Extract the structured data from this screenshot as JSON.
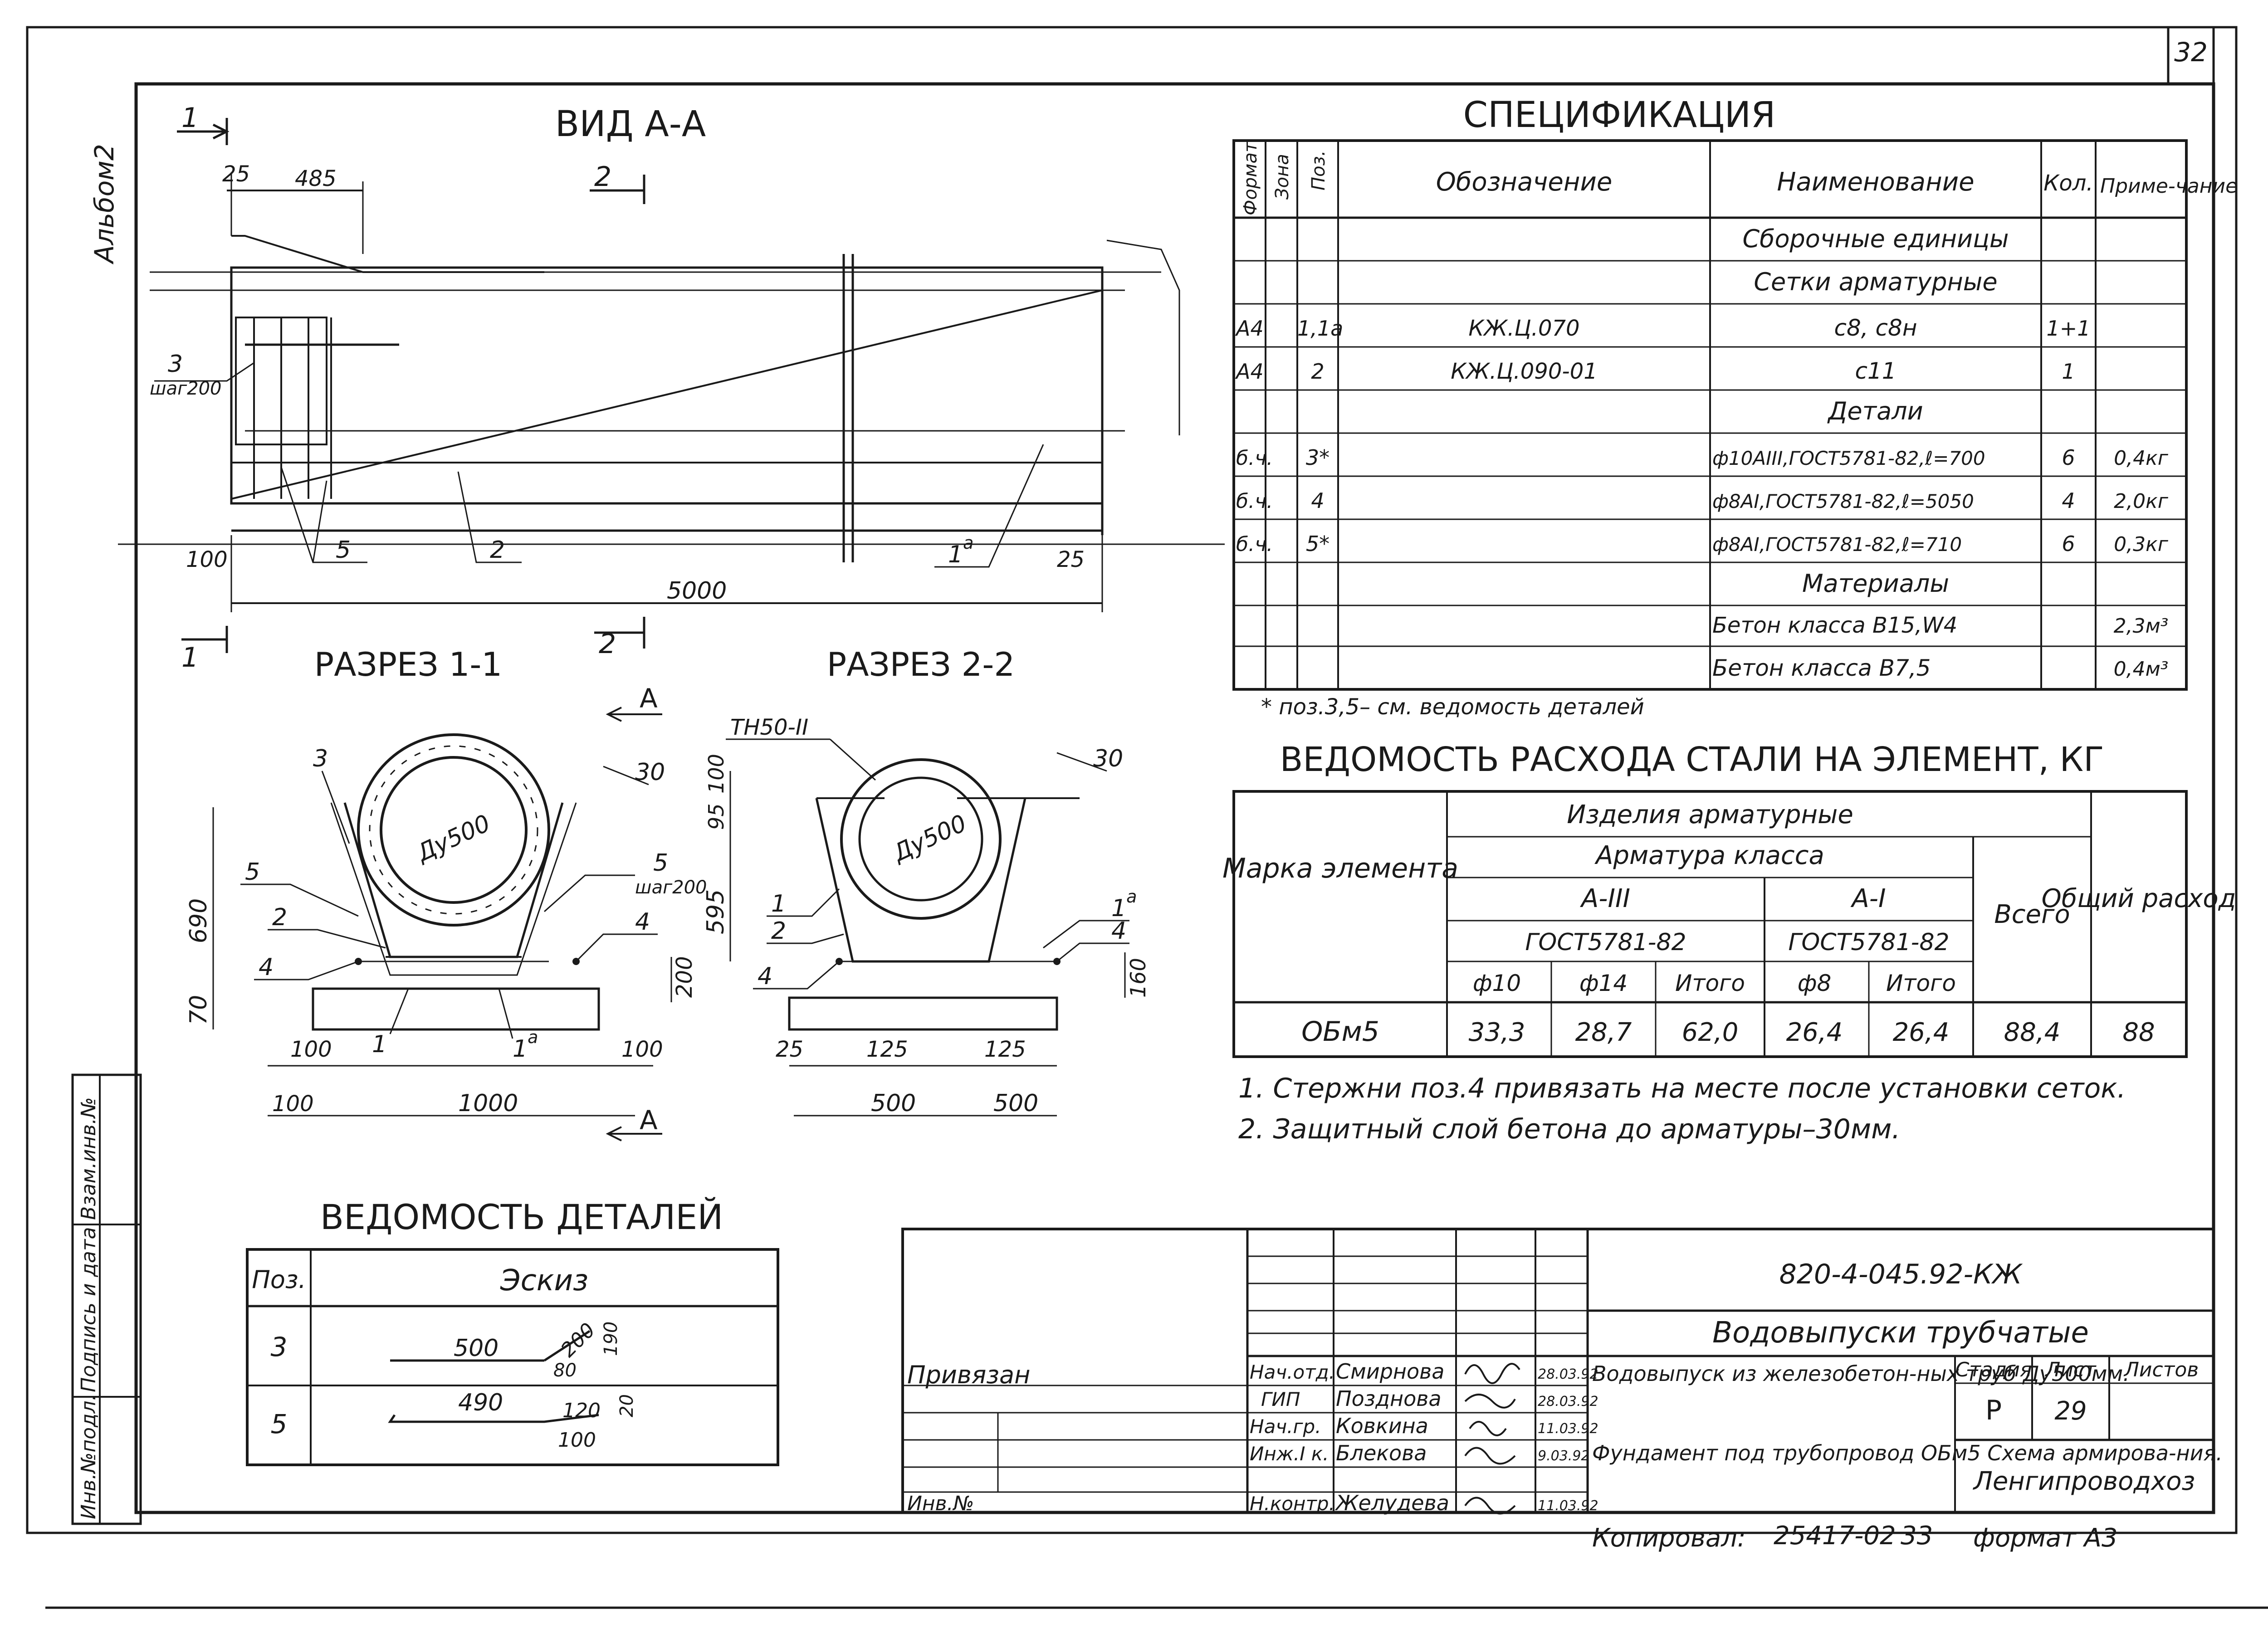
{
  "page_number": "32",
  "album_label": "Альбом2",
  "view": {
    "title": "ВИД А-А",
    "section_marks": [
      "1",
      "2",
      "1",
      "2"
    ],
    "dims": {
      "d25": "25",
      "d485": "485",
      "d100": "100",
      "d25b": "25",
      "d5000": "5000"
    },
    "callouts": {
      "c3": "3",
      "step": "шаг200",
      "c5": "5",
      "c2": "2",
      "c1a": "1",
      "c1a_sup": "а"
    }
  },
  "section11": {
    "title": "РАЗРЕЗ 1-1",
    "marker": "А",
    "diam": "Ду500",
    "callouts": {
      "c3": "3",
      "c30": "30",
      "c5l": "5",
      "c5r": "5",
      "step": "шаг200",
      "c2": "2",
      "c4l": "4",
      "c4r": "4",
      "c1": "1",
      "c1a": "1",
      "c1a_sup": "а"
    },
    "dims": {
      "d690": "690",
      "d70": "70",
      "d200": "200",
      "d100a": "100",
      "d100b": "100",
      "d100c": "100",
      "d1000": "1000"
    }
  },
  "section22": {
    "title": "РАЗРЕЗ 2-2",
    "pipe_label": "ТН50-II",
    "diam": "Ду500",
    "callouts": {
      "c30": "30",
      "c1": "1",
      "c2": "2",
      "c4l": "4",
      "c1a": "1",
      "c1a_sup": "а",
      "c4r": "4"
    },
    "dims": {
      "d95": "95",
      "d100": "100",
      "d595": "595",
      "d160": "160",
      "d25": "25",
      "d125a": "125",
      "d125b": "125",
      "d500a": "500",
      "d500b": "500"
    }
  },
  "spec": {
    "title": "СПЕЦИФИКАЦИЯ",
    "headers": {
      "format": "Формат",
      "zone": "Зона",
      "pos": "Поз.",
      "designation": "Обозначение",
      "name": "Наименование",
      "qty": "Кол.",
      "note": "Приме-чание"
    },
    "rows": [
      {
        "format": "",
        "pos": "",
        "designation": "",
        "name": "Сборочные единицы",
        "qty": "",
        "note": ""
      },
      {
        "format": "",
        "pos": "",
        "designation": "",
        "name": "Сетки арматурные",
        "qty": "",
        "note": ""
      },
      {
        "format": "А4",
        "pos": "1,1а",
        "designation": "КЖ.Ц.070",
        "name": "с8, с8н",
        "qty": "1+1",
        "note": ""
      },
      {
        "format": "А4",
        "pos": "2",
        "designation": "КЖ.Ц.090-01",
        "name": "с11",
        "qty": "1",
        "note": ""
      },
      {
        "format": "",
        "pos": "",
        "designation": "",
        "name": "Детали",
        "qty": "",
        "note": ""
      },
      {
        "format": "б.ч.",
        "pos": "3*",
        "designation": "",
        "name": "ф10АIII,ГОСТ5781-82,ℓ=700",
        "qty": "6",
        "note": "0,4кг"
      },
      {
        "format": "б.ч.",
        "pos": "4",
        "designation": "",
        "name": "ф8АI,ГОСТ5781-82,ℓ=5050",
        "qty": "4",
        "note": "2,0кг"
      },
      {
        "format": "б.ч.",
        "pos": "5*",
        "designation": "",
        "name": "ф8АI,ГОСТ5781-82,ℓ=710",
        "qty": "6",
        "note": "0,3кг"
      },
      {
        "format": "",
        "pos": "",
        "designation": "",
        "name": "Материалы",
        "qty": "",
        "note": ""
      },
      {
        "format": "",
        "pos": "",
        "designation": "",
        "name": "Бетон класса В15,W4",
        "qty": "",
        "note": "2,3м³"
      },
      {
        "format": "",
        "pos": "",
        "designation": "",
        "name": "Бетон класса В7,5",
        "qty": "",
        "note": "0,4м³"
      }
    ],
    "footnote": "* поз.3,5– см. ведомость деталей"
  },
  "steel": {
    "title": "ВЕДОМОСТЬ РАСХОДА СТАЛИ НА ЭЛЕМЕНТ, КГ",
    "header_mark": "Марка элемента",
    "header_products": "Изделия арматурные",
    "header_class": "Арматура класса",
    "header_a3": "А-III",
    "header_a1": "А-I",
    "header_gost_a": "ГОСТ5781-82",
    "header_gost_b": "ГОСТ5781-82",
    "header_total": "Всего",
    "header_overall": "Общий расход",
    "sub_headers": [
      "ф10",
      "ф14",
      "Итого",
      "ф8",
      "Итого"
    ],
    "row": {
      "mark": "ОБм5",
      "values": [
        "33,3",
        "28,7",
        "62,0",
        "26,4",
        "26,4"
      ],
      "total": "88,4",
      "overall": "88"
    }
  },
  "notes": [
    "1. Стержни поз.4 привязать на месте после установки сеток.",
    "2. Защитный слой бетона до арматуры–30мм."
  ],
  "details": {
    "title": "ВЕДОМОСТЬ ДЕТАЛЕЙ",
    "header_pos": "Поз.",
    "header_sketch": "Эскиз",
    "rows": [
      {
        "pos": "3",
        "dims": {
          "len": "500",
          "hook": "200",
          "h": "190",
          "w": "80"
        }
      },
      {
        "pos": "5",
        "dims": {
          "len": "490",
          "hook": "120",
          "h": "20",
          "w": "100"
        }
      }
    ]
  },
  "side_stamp": [
    "Инв.№подл.",
    "Подпись и дата",
    "Взам.инв.№"
  ],
  "title_block": {
    "doc_code": "820-4-045.92-КЖ",
    "project": "Водовыпуски трубчатые",
    "desc_1": "Водовыпуск из железобетон-ных труб Ду500мм.",
    "desc_2": "Фундамент под трубопровод ОБм5 Схема армирова-ния.",
    "stage_h": "Стадия",
    "sheet_h": "Лист",
    "sheets_h": "Листов",
    "stage": "Р",
    "sheet": "29",
    "org": "Ленгипроводхоз",
    "privyazan": "Привязан",
    "inv": "Инв.№",
    "roles": [
      {
        "role": "Нач.отд.",
        "name": "Смирнова",
        "date": "28.03.92"
      },
      {
        "role": "ГИП",
        "name": "Позднова",
        "date": "28.03.92"
      },
      {
        "role": "Нач.гр.",
        "name": "Ковкина",
        "date": "11.03.92"
      },
      {
        "role": "Инж.I к.",
        "name": "Блекова",
        "date": "9.03.92"
      },
      {
        "role": "Н.контр.",
        "name": "Желудева",
        "date": "11.03.92"
      }
    ]
  },
  "footer": {
    "copied_label": "Копировал:",
    "copied_code": "25417-02",
    "copied_num": "33",
    "format": "формат А3"
  }
}
